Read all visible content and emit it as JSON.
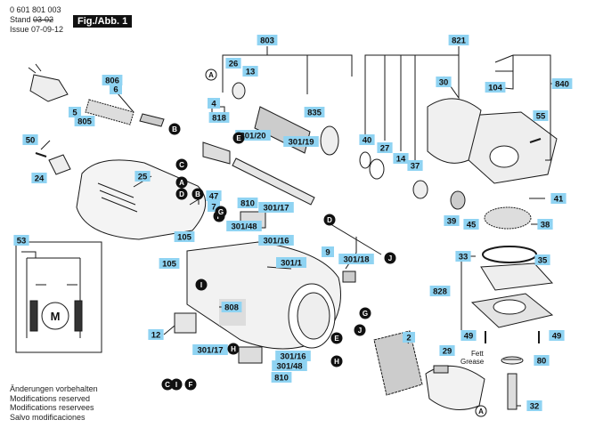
{
  "header": {
    "doc_number": "0 601 801 003",
    "stand_label": "Stand",
    "stand_value": "03-02",
    "issue_label": "Issue",
    "issue_value": "07-09-12",
    "figure_label": "Fig./Abb. 1"
  },
  "notes": [
    "Änderungen vorbehalten",
    "Modifications reserved",
    "Modifications reservees",
    "Salvo modificaciones"
  ],
  "grease_label": {
    "line1": "Fett",
    "line2": "Grease"
  },
  "motor_symbol": "M",
  "part_labels": [
    "803",
    "821",
    "26",
    "13",
    "806",
    "6",
    "5",
    "805",
    "4",
    "818",
    "50",
    "24",
    "25",
    "301/20",
    "301/19",
    "835",
    "30",
    "104",
    "840",
    "40",
    "27",
    "14",
    "37",
    "55",
    "41",
    "47",
    "7",
    "810",
    "301/17",
    "301/48",
    "301/16",
    "105",
    "105",
    "53",
    "9",
    "301/1",
    "301/18",
    "39",
    "45",
    "38",
    "33",
    "35",
    "828",
    "808",
    "12",
    "301/17",
    "301/16",
    "301/48",
    "810",
    "2",
    "29",
    "49",
    "49",
    "80",
    "32"
  ],
  "connector_letters": [
    "A",
    "B",
    "C",
    "A",
    "D",
    "E",
    "B",
    "F",
    "G",
    "D",
    "J",
    "I",
    "H",
    "E",
    "J",
    "G",
    "H",
    "C",
    "I",
    "F",
    "A"
  ],
  "colors": {
    "label_fill": "#8fd3f2",
    "line": "#1a1a1a",
    "circle": "#111111"
  }
}
